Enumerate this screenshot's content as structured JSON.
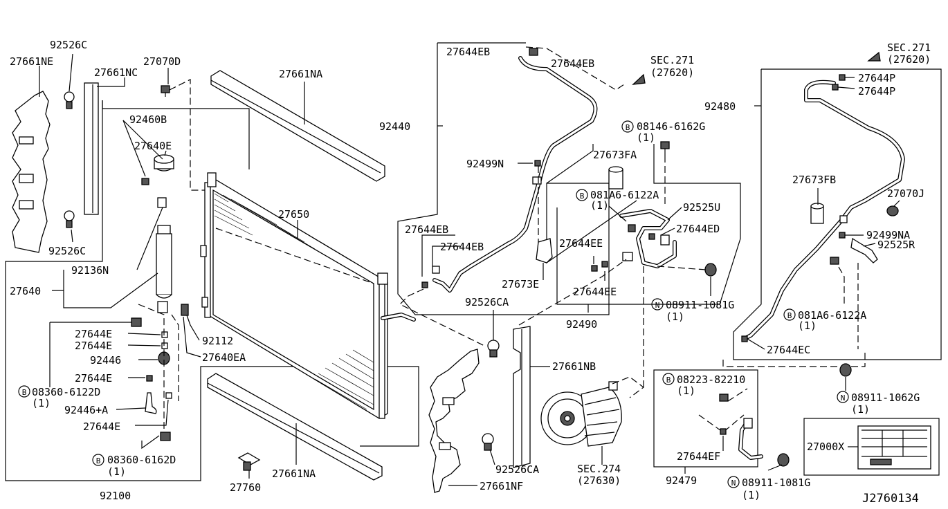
{
  "diagram_id": "J2760134",
  "labels": {
    "l_27661NE": "27661NE",
    "l_92526C_a": "92526C",
    "l_27661NC": "27661NC",
    "l_27070D": "27070D",
    "l_27661NA_a": "27661NA",
    "l_92460B": "92460B",
    "l_27640E": "27640E",
    "l_92526C_b": "92526C",
    "l_92136N": "92136N",
    "l_27640": "27640",
    "l_27650": "27650",
    "l_27644E_a": "27644E",
    "l_27644E_b": "27644E",
    "l_92446": "92446",
    "l_27644E_c": "27644E",
    "l_08360_6122D": "08360-6122D",
    "l_q1_a": "(1)",
    "l_92446A": "92446+A",
    "l_27644E_d": "27644E",
    "l_08360_6162D": "08360-6162D",
    "l_q1_b": "(1)",
    "l_92100": "92100",
    "l_92112": "92112",
    "l_27640EA": "27640EA",
    "l_27760": "27760",
    "l_27661NA_b": "27661NA",
    "l_27644EB_a": "27644EB",
    "l_27644EB_b": "27644EB",
    "l_sec271_a": "SEC.271",
    "l_27620_a": "(27620)",
    "l_92440": "92440",
    "l_92499N": "92499N",
    "l_27644EB_c": "27644EB",
    "l_27644EB_d": "27644EB",
    "l_27673E": "27673E",
    "l_92526CA_a": "92526CA",
    "l_08146_6162G": "08146-6162G",
    "l_q1_c": "(1)",
    "l_27673FA": "27673FA",
    "l_081A6_6122A_a": "081A6-6122A",
    "l_q1_d": "(1)",
    "l_92525U": "92525U",
    "l_27644ED": "27644ED",
    "l_27644EE_a": "27644EE",
    "l_27644EE_b": "27644EE",
    "l_08911_1081G_a": "08911-1081G",
    "l_q1_e": "(1)",
    "l_92490": "92490",
    "l_27661NB": "27661NB",
    "l_92526CA_b": "92526CA",
    "l_27661NF": "27661NF",
    "l_sec274": "SEC.274",
    "l_27630": "(27630)",
    "l_92480": "92480",
    "l_sec271_b": "SEC.271",
    "l_27620_b": "(27620)",
    "l_27644P_a": "27644P",
    "l_27644P_b": "27644P",
    "l_27673FB": "27673FB",
    "l_27070J": "27070J",
    "l_92499NA": "92499NA",
    "l_92525R": "92525R",
    "l_081A6_6122A_b": "081A6-6122A",
    "l_q1_f": "(1)",
    "l_27644EC": "27644EC",
    "l_08223_82210": "08223-82210",
    "l_q1_g": "(1)",
    "l_27644EF": "27644EF",
    "l_92479": "92479",
    "l_08911_1081G_b": "08911-1081G",
    "l_q1_h": "(1)",
    "l_08911_1062G": "08911-1062G",
    "l_q1_i": "(1)",
    "l_27000X": "27000X"
  },
  "symbols": {
    "bolt_b": "B",
    "nut_n": "N"
  }
}
